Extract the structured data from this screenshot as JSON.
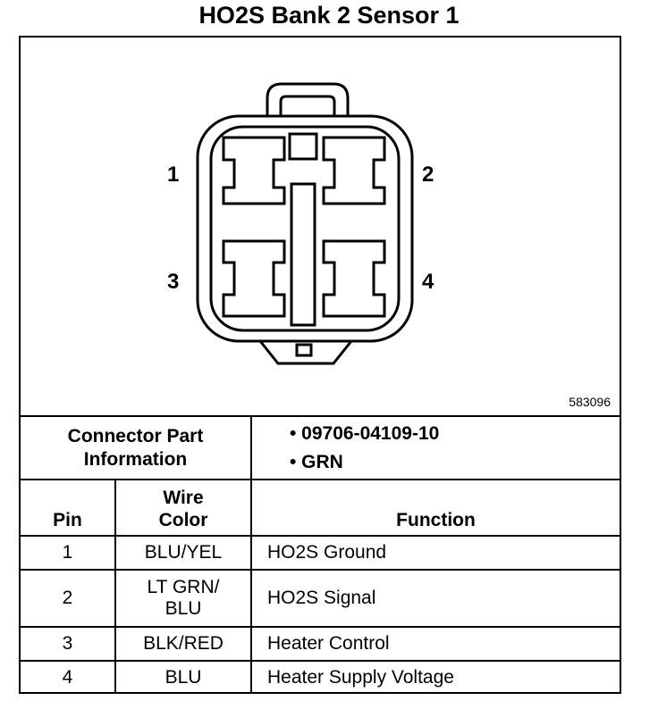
{
  "title": "HO2S Bank 2 Sensor 1",
  "diagram": {
    "pin_labels": [
      "1",
      "2",
      "3",
      "4"
    ],
    "part_number": "583096"
  },
  "connector_info": {
    "label_line1": "Connector Part",
    "label_line2": "Information",
    "items": [
      "• 09706-04109-10",
      "• GRN"
    ]
  },
  "table": {
    "headers": {
      "pin": "Pin",
      "wire_line1": "Wire",
      "wire_line2": "Color",
      "function": "Function"
    },
    "rows": [
      {
        "pin": "1",
        "wire1": "BLU/YEL",
        "wire2": "",
        "function": "HO2S Ground"
      },
      {
        "pin": "2",
        "wire1": "LT GRN/",
        "wire2": "BLU",
        "function": "HO2S Signal"
      },
      {
        "pin": "3",
        "wire1": "BLK/RED",
        "wire2": "",
        "function": "Heater Control"
      },
      {
        "pin": "4",
        "wire1": "BLU",
        "wire2": "",
        "function": "Heater Supply Voltage"
      }
    ]
  }
}
